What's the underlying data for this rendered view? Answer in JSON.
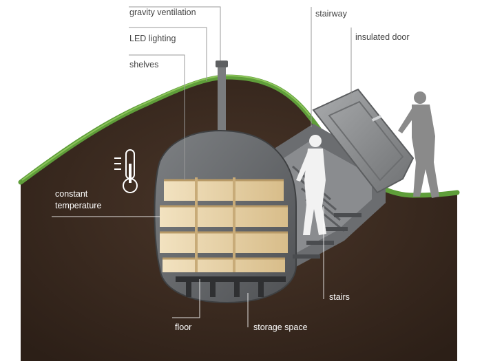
{
  "labels": {
    "gravity_ventilation": "gravity ventilation",
    "led_lighting": "LED lighting",
    "shelves": "shelves",
    "stairway": "stairway",
    "insulated_door": "insulated door",
    "constant_temperature_line1": "constant",
    "constant_temperature_line2": "temperature",
    "stairs": "stairs",
    "floor": "floor",
    "storage_space": "storage space"
  },
  "icons": {
    "thermometer": "thermometer-icon"
  },
  "colors": {
    "soil": "#3a2a20",
    "grass": "#5f9e3a",
    "cellar_shell": "#6e7073",
    "shelf_wood": "#e6cfa1",
    "door": "#8c8e90",
    "figure_white": "#f2f2f2",
    "figure_grey": "#8a8a8a",
    "leader_line": "#9a9a9a"
  }
}
